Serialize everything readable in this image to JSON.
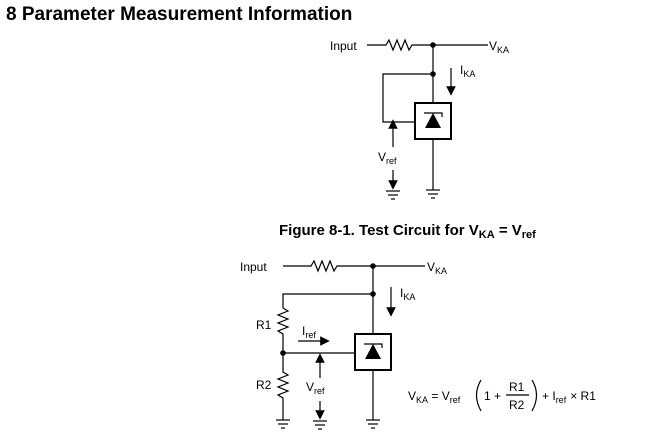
{
  "section_title": "8 Parameter Measurement Information",
  "figure1": {
    "caption_prefix": "Figure 8-1. Test Circuit for V",
    "caption_sub1": "KA",
    "caption_mid": " = V",
    "caption_sub2": "ref",
    "input_label": "Input",
    "vka_main": "V",
    "vka_sub": "KA",
    "ika_main": "I",
    "ika_sub": "KA",
    "vref_main": "V",
    "vref_sub": "ref"
  },
  "figure2": {
    "input_label": "Input",
    "vka_main": "V",
    "vka_sub": "KA",
    "ika_main": "I",
    "ika_sub": "KA",
    "r1_label": "R1",
    "r2_label": "R2",
    "iref_main": "I",
    "iref_sub": "ref",
    "vref_main": "V",
    "vref_sub": "ref"
  },
  "equation": {
    "lhs_main": "V",
    "lhs_sub": "KA",
    "eq_sign": " = V",
    "vref_sub": "ref",
    "one_plus": "1 +",
    "frac_num": "R1",
    "frac_den": "R2",
    "plus_i": "+ I",
    "iref_sub": "ref",
    "times_r1": "× R1"
  }
}
